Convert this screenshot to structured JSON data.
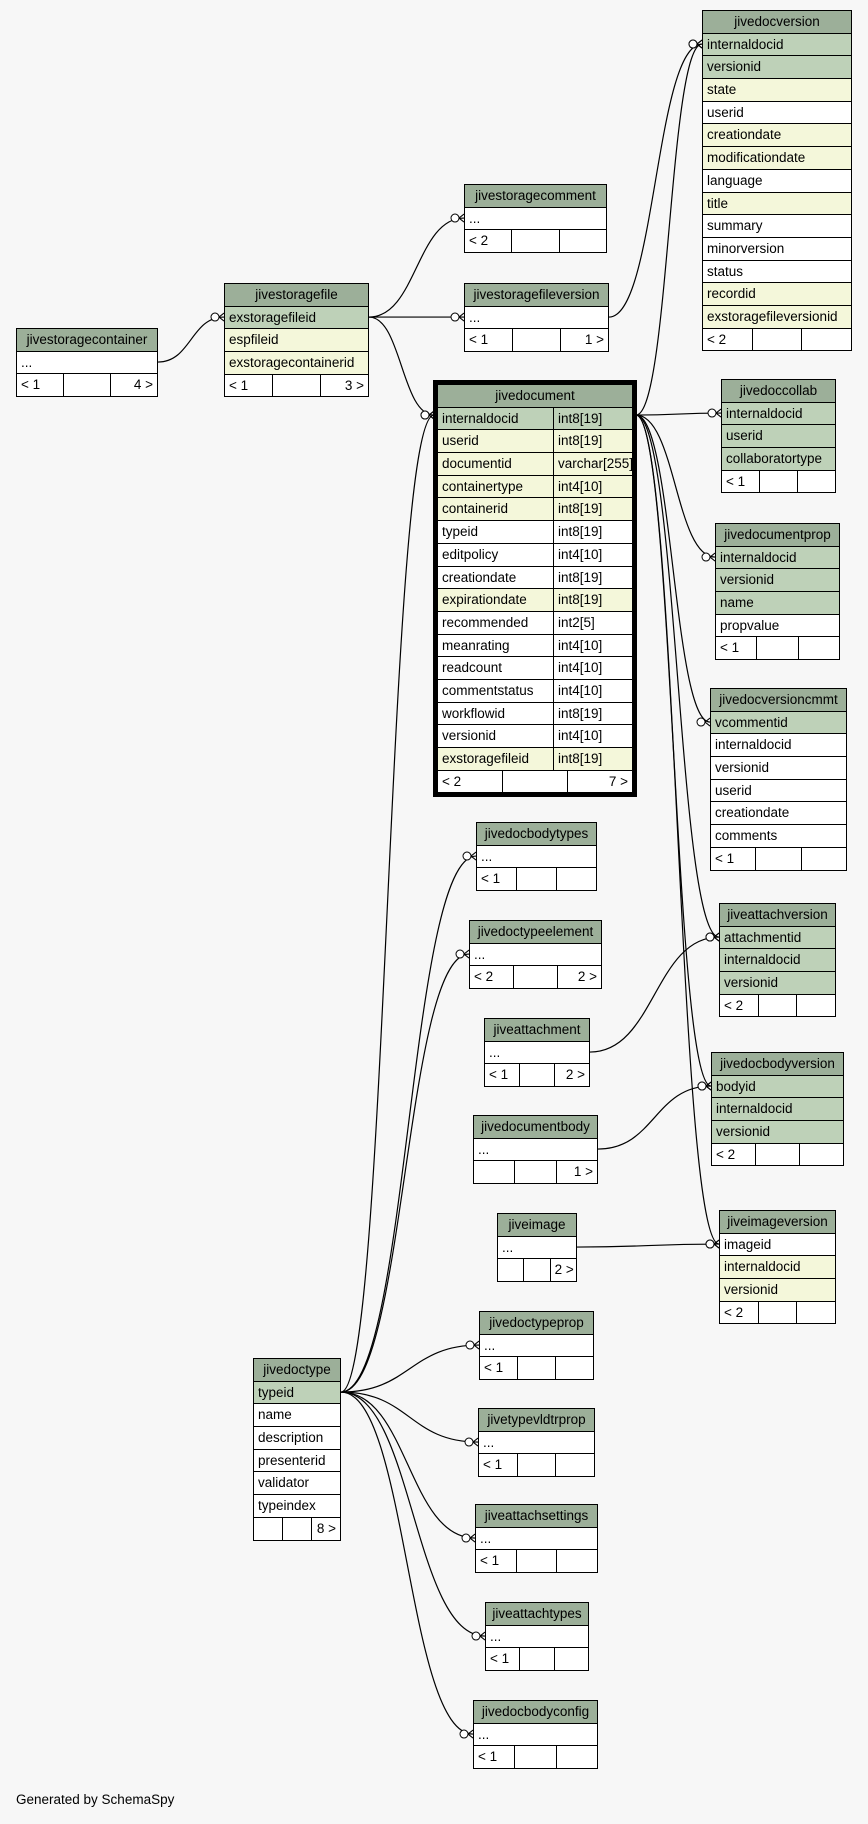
{
  "footer": "Generated by SchemaSpy",
  "tables": [
    {
      "id": "jivedocversion",
      "name": "jivedocversion",
      "rows": [
        [
          "internaldocid",
          "pk"
        ],
        [
          "versionid",
          "pk"
        ],
        [
          "state",
          "fk"
        ],
        [
          "userid",
          ""
        ],
        [
          "creationdate",
          "fk"
        ],
        [
          "modificationdate",
          "fk"
        ],
        [
          "language",
          ""
        ],
        [
          "title",
          "fk"
        ],
        [
          "summary",
          ""
        ],
        [
          "minorversion",
          ""
        ],
        [
          "status",
          ""
        ],
        [
          "recordid",
          "fk"
        ],
        [
          "exstoragefileversionid",
          "fk"
        ]
      ],
      "footer": [
        "< 2",
        "",
        ""
      ]
    },
    {
      "id": "jivestoragecomment",
      "name": "jivestoragecomment",
      "rows": [
        [
          "...",
          ""
        ]
      ],
      "footer": [
        "< 2",
        "",
        ""
      ]
    },
    {
      "id": "jivestoragefile",
      "name": "jivestoragefile",
      "rows": [
        [
          "exstoragefileid",
          "pk"
        ],
        [
          "espfileid",
          "fk"
        ],
        [
          "exstoragecontainerid",
          "fk"
        ]
      ],
      "footer": [
        "< 1",
        "",
        "3 >"
      ]
    },
    {
      "id": "jivestoragefileversion",
      "name": "jivestoragefileversion",
      "rows": [
        [
          "...",
          ""
        ]
      ],
      "footer": [
        "< 1",
        "",
        "1 >"
      ]
    },
    {
      "id": "jivestoragecontainer",
      "name": "jivestoragecontainer",
      "rows": [
        [
          "...",
          ""
        ]
      ],
      "footer": [
        "< 1",
        "",
        "4 >"
      ]
    },
    {
      "id": "jivedocument",
      "name": "jivedocument",
      "main": true,
      "rows": [
        [
          "internaldocid",
          "pk",
          "int8[19]"
        ],
        [
          "userid",
          "fk",
          "int8[19]"
        ],
        [
          "documentid",
          "fk",
          "varchar[255]"
        ],
        [
          "containertype",
          "fk",
          "int4[10]"
        ],
        [
          "containerid",
          "fk",
          "int8[19]"
        ],
        [
          "typeid",
          "",
          "int8[19]"
        ],
        [
          "editpolicy",
          "",
          "int4[10]"
        ],
        [
          "creationdate",
          "",
          "int8[19]"
        ],
        [
          "expirationdate",
          "fk",
          "int8[19]"
        ],
        [
          "recommended",
          "",
          "int2[5]"
        ],
        [
          "meanrating",
          "",
          "int4[10]"
        ],
        [
          "readcount",
          "",
          "int4[10]"
        ],
        [
          "commentstatus",
          "",
          "int4[10]"
        ],
        [
          "workflowid",
          "",
          "int8[19]"
        ],
        [
          "versionid",
          "",
          "int4[10]"
        ],
        [
          "exstoragefileid",
          "fk",
          "int8[19]"
        ]
      ],
      "footer": [
        "< 2",
        "",
        "7 >"
      ]
    },
    {
      "id": "jivedoccollab",
      "name": "jivedoccollab",
      "rows": [
        [
          "internaldocid",
          "pk"
        ],
        [
          "userid",
          "pk"
        ],
        [
          "collaboratortype",
          "pk"
        ]
      ],
      "footer": [
        "< 1",
        "",
        ""
      ]
    },
    {
      "id": "jivedocumentprop",
      "name": "jivedocumentprop",
      "rows": [
        [
          "internaldocid",
          "pk"
        ],
        [
          "versionid",
          "pk"
        ],
        [
          "name",
          "pk"
        ],
        [
          "propvalue",
          ""
        ]
      ],
      "footer": [
        "< 1",
        "",
        ""
      ]
    },
    {
      "id": "jivedocversioncmmt",
      "name": "jivedocversioncmmt",
      "rows": [
        [
          "vcommentid",
          "pk"
        ],
        [
          "internaldocid",
          ""
        ],
        [
          "versionid",
          ""
        ],
        [
          "userid",
          ""
        ],
        [
          "creationdate",
          ""
        ],
        [
          "comments",
          ""
        ]
      ],
      "footer": [
        "< 1",
        "",
        ""
      ]
    },
    {
      "id": "jivedocbodytypes",
      "name": "jivedocbodytypes",
      "rows": [
        [
          "...",
          ""
        ]
      ],
      "footer": [
        "< 1",
        "",
        ""
      ]
    },
    {
      "id": "jivedoctypeelement",
      "name": "jivedoctypeelement",
      "rows": [
        [
          "...",
          ""
        ]
      ],
      "footer": [
        "< 2",
        "",
        "2 >"
      ]
    },
    {
      "id": "jiveattachversion",
      "name": "jiveattachversion",
      "rows": [
        [
          "attachmentid",
          "pk"
        ],
        [
          "internaldocid",
          "pk"
        ],
        [
          "versionid",
          "pk"
        ]
      ],
      "footer": [
        "< 2",
        "",
        ""
      ]
    },
    {
      "id": "jiveattachment",
      "name": "jiveattachment",
      "rows": [
        [
          "...",
          ""
        ]
      ],
      "footer": [
        "< 1",
        "",
        "2 >"
      ]
    },
    {
      "id": "jivedocbodyversion",
      "name": "jivedocbodyversion",
      "rows": [
        [
          "bodyid",
          "pk"
        ],
        [
          "internaldocid",
          "pk"
        ],
        [
          "versionid",
          "pk"
        ]
      ],
      "footer": [
        "< 2",
        "",
        ""
      ]
    },
    {
      "id": "jivedocumentbody",
      "name": "jivedocumentbody",
      "rows": [
        [
          "...",
          ""
        ]
      ],
      "footer": [
        "",
        "",
        "1 >"
      ]
    },
    {
      "id": "jiveimage",
      "name": "jiveimage",
      "rows": [
        [
          "...",
          ""
        ]
      ],
      "footer": [
        "",
        "",
        "2 >"
      ]
    },
    {
      "id": "jiveimageversion",
      "name": "jiveimageversion",
      "rows": [
        [
          "imageid",
          ""
        ],
        [
          "internaldocid",
          "fk"
        ],
        [
          "versionid",
          "fk"
        ]
      ],
      "footer": [
        "< 2",
        "",
        ""
      ]
    },
    {
      "id": "jivedoctypeprop",
      "name": "jivedoctypeprop",
      "rows": [
        [
          "...",
          ""
        ]
      ],
      "footer": [
        "< 1",
        "",
        ""
      ]
    },
    {
      "id": "jivedoctype",
      "name": "jivedoctype",
      "rows": [
        [
          "typeid",
          "pk"
        ],
        [
          "name",
          ""
        ],
        [
          "description",
          ""
        ],
        [
          "presenterid",
          ""
        ],
        [
          "validator",
          ""
        ],
        [
          "typeindex",
          ""
        ]
      ],
      "footer": [
        "",
        "",
        "8 >"
      ]
    },
    {
      "id": "jivetypevldtrprop",
      "name": "jivetypevldtrprop",
      "rows": [
        [
          "...",
          ""
        ]
      ],
      "footer": [
        "< 1",
        "",
        ""
      ]
    },
    {
      "id": "jiveattachsettings",
      "name": "jiveattachsettings",
      "rows": [
        [
          "...",
          ""
        ]
      ],
      "footer": [
        "< 1",
        "",
        ""
      ]
    },
    {
      "id": "jiveattachtypes",
      "name": "jiveattachtypes",
      "rows": [
        [
          "...",
          ""
        ]
      ],
      "footer": [
        "< 1",
        "",
        ""
      ]
    },
    {
      "id": "jivedocbodyconfig",
      "name": "jivedocbodyconfig",
      "rows": [
        [
          "...",
          ""
        ]
      ],
      "footer": [
        "< 1",
        "",
        ""
      ]
    }
  ],
  "relations": [
    {
      "from": "jivestoragefile",
      "to": "jivestoragecomment"
    },
    {
      "from": "jivestoragefile",
      "to": "jivestoragefileversion"
    },
    {
      "from": "jivestoragefile",
      "to": "jivedocument"
    },
    {
      "from": "jivestoragecontainer",
      "to": "jivestoragefile"
    },
    {
      "from": "jivestoragefileversion",
      "to": "jivedocversion"
    },
    {
      "from": "jivedocument",
      "to": "jivedocversion"
    },
    {
      "from": "jivedocument",
      "to": "jivedoccollab"
    },
    {
      "from": "jivedocument",
      "to": "jivedocumentprop"
    },
    {
      "from": "jivedocument",
      "to": "jivedocversioncmmt"
    },
    {
      "from": "jivedocument",
      "to": "jiveattachversion"
    },
    {
      "from": "jivedocument",
      "to": "jivedocbodyversion"
    },
    {
      "from": "jivedocument",
      "to": "jiveimageversion"
    },
    {
      "from": "jiveattachment",
      "to": "jiveattachversion"
    },
    {
      "from": "jivedocumentbody",
      "to": "jivedocbodyversion"
    },
    {
      "from": "jiveimage",
      "to": "jiveimageversion"
    },
    {
      "from": "jivedoctype",
      "to": "jivedocument"
    },
    {
      "from": "jivedoctype",
      "to": "jivedocbodytypes"
    },
    {
      "from": "jivedoctype",
      "to": "jivedoctypeelement"
    },
    {
      "from": "jivedoctype",
      "to": "jivedoctypeprop"
    },
    {
      "from": "jivedoctype",
      "to": "jivetypevldtrprop"
    },
    {
      "from": "jivedoctype",
      "to": "jiveattachsettings"
    },
    {
      "from": "jivedoctype",
      "to": "jiveattachtypes"
    },
    {
      "from": "jivedoctype",
      "to": "jivedocbodyconfig"
    }
  ]
}
